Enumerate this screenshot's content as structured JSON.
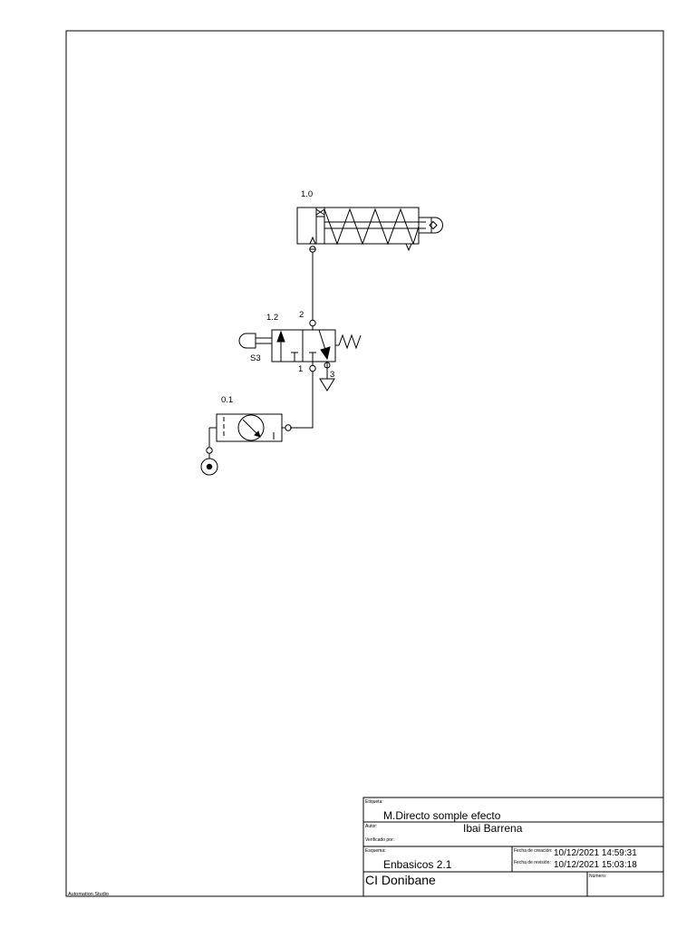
{
  "footer": {
    "software": "Automation Studio"
  },
  "components": {
    "cylinder": {
      "label": "1.0"
    },
    "valve": {
      "label": "1.2",
      "actuator": "S3",
      "port_in": "1",
      "port_out": "2",
      "port_exhaust": "3"
    },
    "filter": {
      "label": "0.1"
    }
  },
  "title_block": {
    "etiqueta_label": "Etiqueta:",
    "etiqueta_value": "M.Directo somple efecto",
    "autor_label": "Autor:",
    "autor_value": "Ibai Barrena",
    "verificado_label": "Verificado por:",
    "esquema_label": "Esquema:",
    "esquema_value": "Enbasicos 2.1",
    "fecha_creacion_label": "Fecha de creación:",
    "fecha_creacion_value": "10/12/2021 14:59:31",
    "fecha_revision_label": "Fecha de revisión:",
    "fecha_revision_value": "10/12/2021 15:03:18",
    "empresa_value": "CI Donibane",
    "numero_label": "Número:"
  }
}
